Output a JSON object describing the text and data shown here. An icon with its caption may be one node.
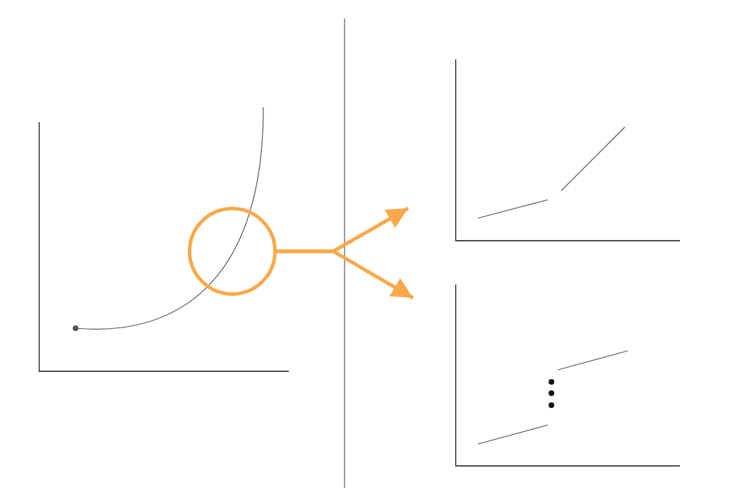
{
  "diagram": {
    "nodes": [
      {
        "text": [],
        "shape": "circle"
      },
      {
        "text": [],
        "shape": "chart"
      },
      {
        "text": [],
        "shape": "chart"
      }
    ],
    "edges": [
      {
        "from": 0,
        "to": 1,
        "arrow": "to"
      },
      {
        "from": 0,
        "to": 2,
        "arrow": "to"
      }
    ]
  }
}
